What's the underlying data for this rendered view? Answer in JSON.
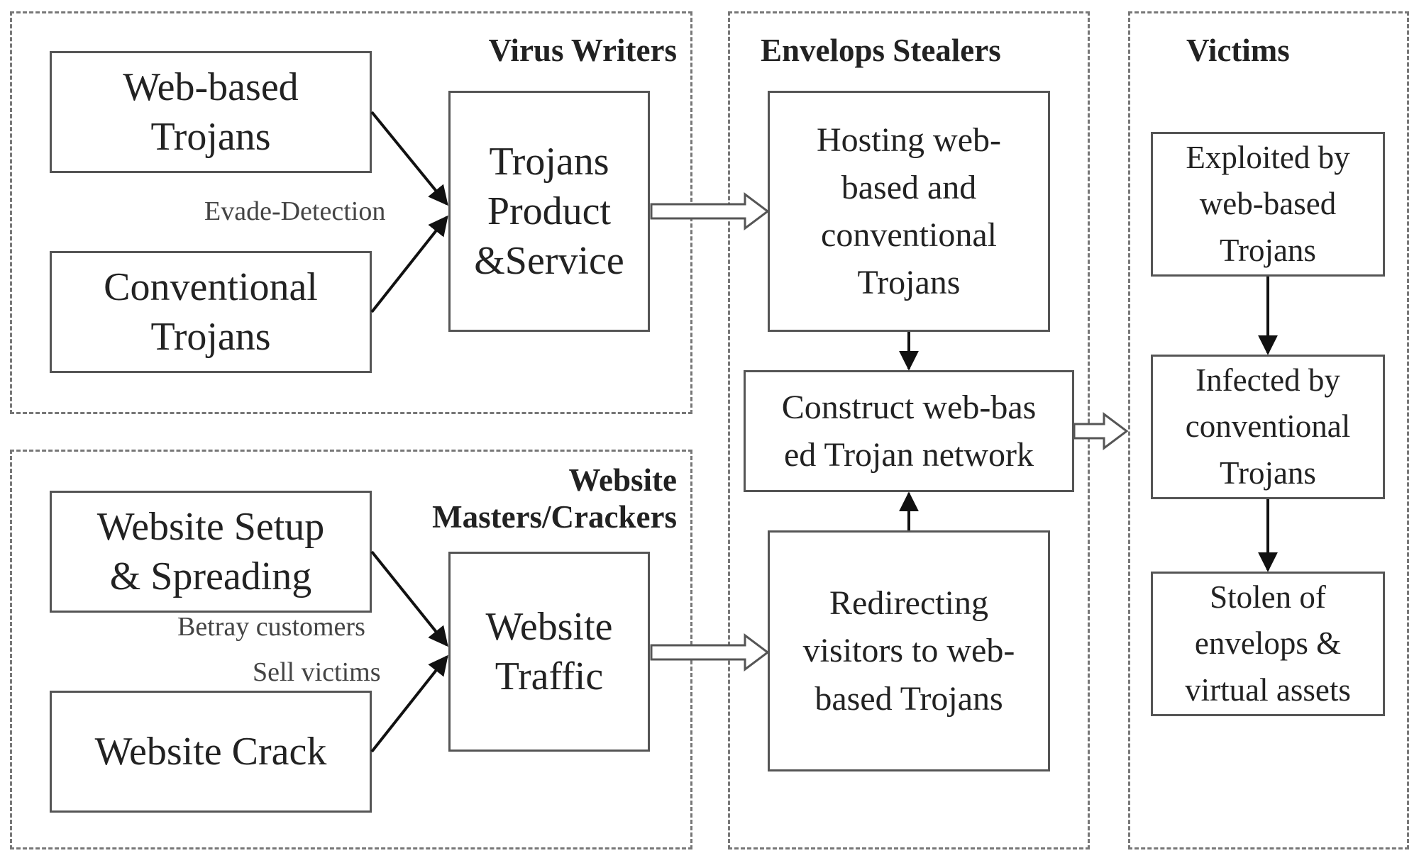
{
  "groups": {
    "virus_writers": "Virus Writers",
    "website_masters": [
      "Website",
      "Masters/Crackers"
    ],
    "envelops_stealers": "Envelops Stealers",
    "victims": "Victims"
  },
  "boxes": {
    "web_based_trojans": [
      "Web-based",
      "Trojans"
    ],
    "conventional_trojans": [
      "Conventional",
      "Trojans"
    ],
    "trojans_product": [
      "Trojans",
      "Product",
      "&Service"
    ],
    "website_setup": [
      "Website Setup",
      "& Spreading"
    ],
    "website_crack": [
      "Website Crack"
    ],
    "website_traffic": [
      "Website",
      "Traffic"
    ],
    "hosting": [
      "Hosting web-",
      "based and",
      "conventional",
      "Trojans"
    ],
    "construct": [
      "Construct web-bas",
      "ed Trojan network"
    ],
    "redirecting": [
      "Redirecting",
      "visitors to web-",
      "based Trojans"
    ],
    "exploited": [
      "Exploited by",
      "web-based",
      "Trojans"
    ],
    "infected": [
      "Infected by",
      "conventional",
      "Trojans"
    ],
    "stolen": [
      "Stolen of",
      "envelops &",
      "virtual assets"
    ]
  },
  "edge_labels": {
    "evade_detection": "Evade-Detection",
    "betray_customers": "Betray customers",
    "sell_victims": "Sell victims"
  }
}
